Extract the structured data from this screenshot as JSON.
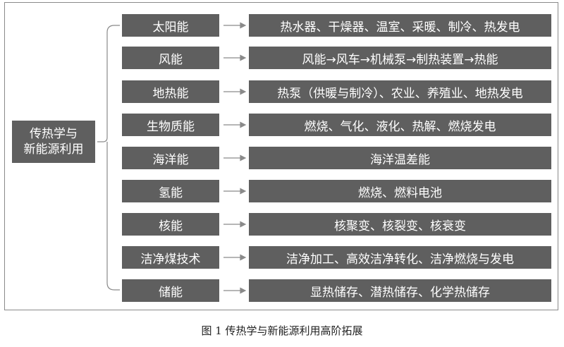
{
  "root": {
    "line1": "传热学与",
    "line2": "新能源利用"
  },
  "categories": [
    "太阳能",
    "风能",
    "地热能",
    "生物质能",
    "海洋能",
    "氢能",
    "核能",
    "洁净煤技术",
    "储能"
  ],
  "applications": [
    "热水器、干燥器、温室、采暖、制冷、热发电",
    "风能→风车→机械泵→制热装置→热能",
    "热泵（供暖与制冷）、农业、养殖业、地热发电",
    "燃烧、气化、液化、热解、燃烧发电",
    "海洋温差能",
    "燃烧、燃料电池",
    "核聚变、核裂变、核衰变",
    "洁净加工、高效洁净转化、洁净燃烧与发电",
    "显热储存、潜热储存、化学热储存"
  ],
  "caption": "图 1  传热学与新能源利用高阶拓展"
}
